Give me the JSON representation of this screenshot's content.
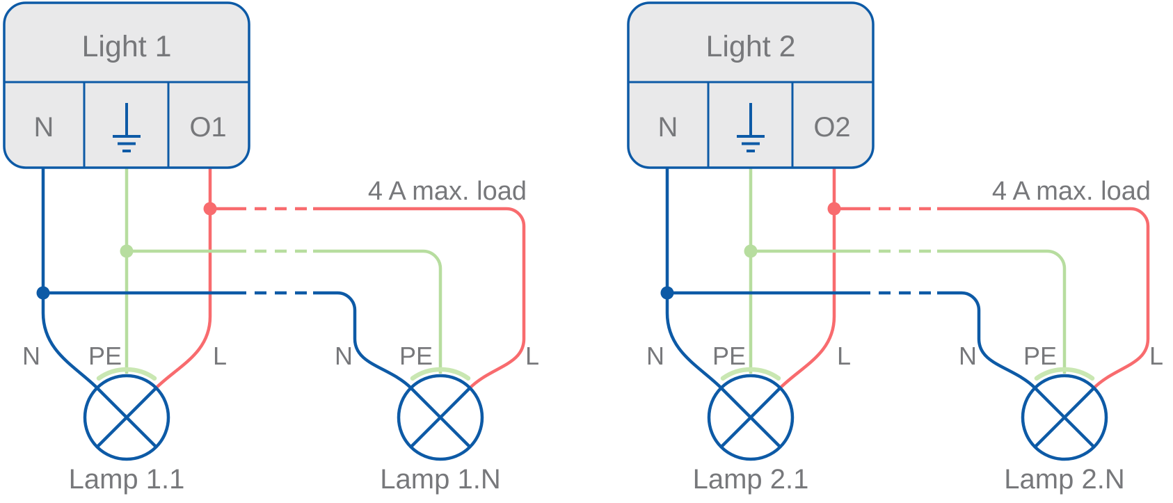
{
  "diagram": {
    "type": "wiring-diagram",
    "annotation": "4 A max. load",
    "colors": {
      "blue": "#0d5aa6",
      "red": "#f86b6e",
      "green": "#b7dd9f",
      "green_light": "#c9e7b2",
      "text_gray": "#77787b",
      "box_fill": "#e9e9ea",
      "background": "#ffffff"
    },
    "modules": [
      {
        "title": "Light 1",
        "terminal_n": "N",
        "terminal_ground_icon": "earth-ground",
        "terminal_out": "O1",
        "max_load_label": "4 A max. load",
        "lamps": [
          {
            "name": "Lamp 1.1",
            "label_n": "N",
            "label_pe": "PE",
            "label_l": "L"
          },
          {
            "name": "Lamp 1.N",
            "label_n": "N",
            "label_pe": "PE",
            "label_l": "L"
          }
        ]
      },
      {
        "title": "Light 2",
        "terminal_n": "N",
        "terminal_ground_icon": "earth-ground",
        "terminal_out": "O2",
        "max_load_label": "4 A max. load",
        "lamps": [
          {
            "name": "Lamp 2.1",
            "label_n": "N",
            "label_pe": "PE",
            "label_l": "L"
          },
          {
            "name": "Lamp 2.N",
            "label_n": "N",
            "label_pe": "PE",
            "label_l": "L"
          }
        ]
      }
    ]
  }
}
